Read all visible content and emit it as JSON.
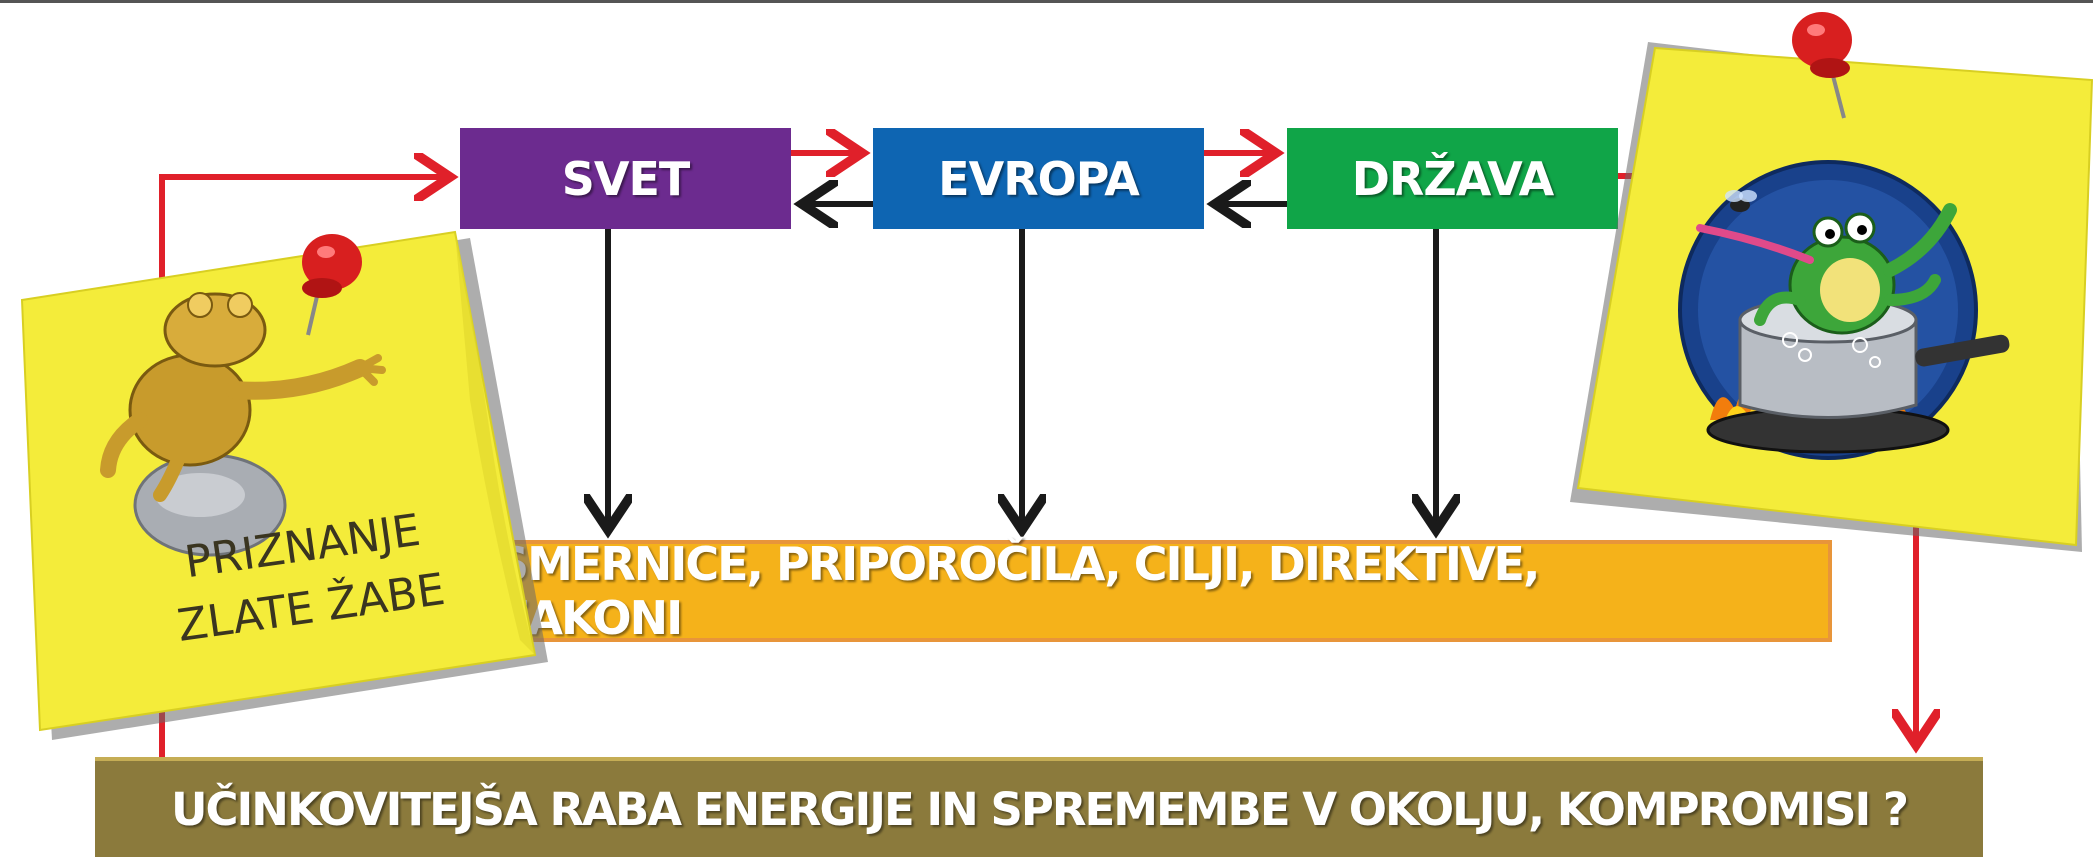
{
  "nodes": {
    "svet": "SVET",
    "evropa": "EVROPA",
    "drzava": "DRŽAVA",
    "smernice": "SMERNICE, PRIPOROČILA, CILJI, DIREKTIVE, ZAKONI",
    "ucinkovitejsa": "UČINKOVITEJŠA RABA ENERGIJE IN SPREMEMBE V OKOLJU, KOMPROMISI ?"
  },
  "note_left": {
    "line1": "PRIZNANJE",
    "line2": "ZLATE ŽABE",
    "image": "golden-frog-statue"
  },
  "note_right": {
    "image": "frog-in-boiling-pot"
  },
  "icons": [
    "red-pushpin-icon",
    "golden-frog-statue-icon",
    "frog-in-pot-icon",
    "fly-icon"
  ],
  "colors": {
    "svet": "#6c2b8f",
    "evropa": "#0e65b2",
    "drzava": "#10a548",
    "smernice": "#f5b21a",
    "ucinkovitejsa": "#8b7a3c",
    "note": "#f4ec3a",
    "red_arrow": "#e0202a",
    "black_arrow": "#1a1a1a"
  }
}
